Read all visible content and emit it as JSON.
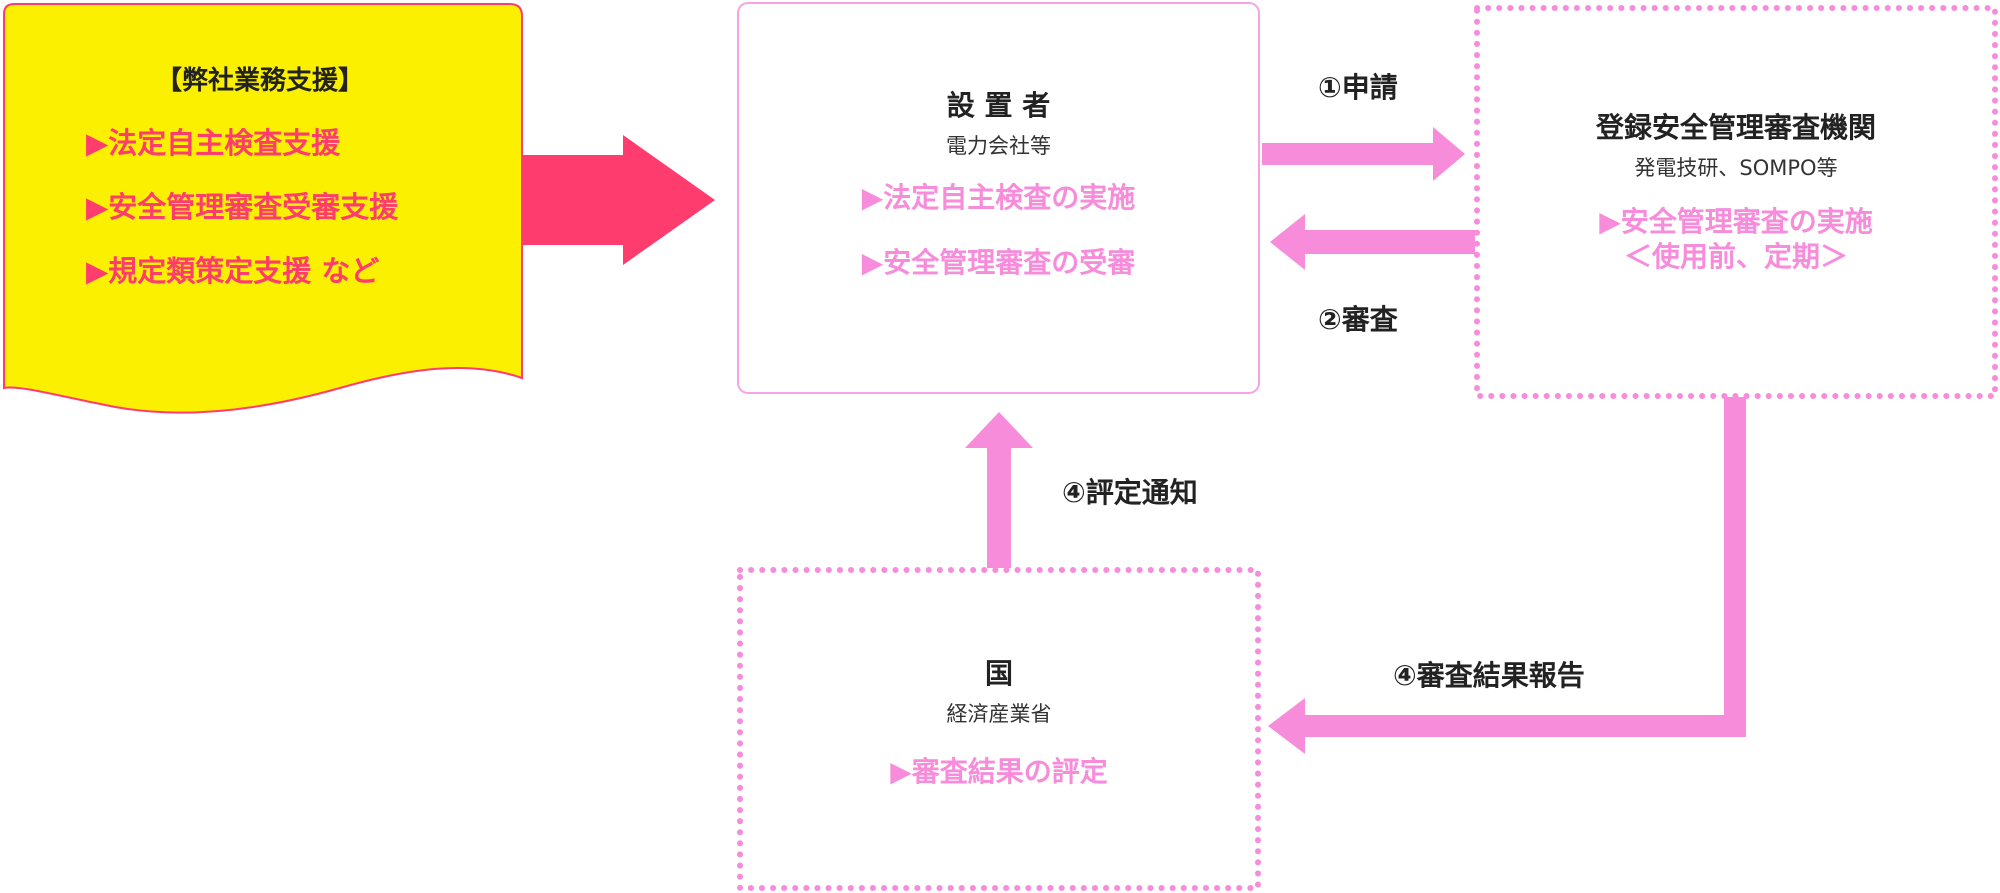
{
  "support_box": {
    "heading": "【弊社業務支援】",
    "items": [
      "▶法定自主検査支援",
      "▶安全管理審査受審支援",
      "▶規定類策定支援 など"
    ]
  },
  "setter": {
    "title": "設 置 者",
    "subtitle": "電力会社等",
    "items": [
      "▶法定自主検査の実施",
      "▶安全管理審査の受審"
    ]
  },
  "registered_body": {
    "title": "登録安全管理審査機関",
    "subtitle": "発電技研、SOMPO等",
    "items": [
      "▶安全管理審査の実施",
      "＜使用前、定期＞"
    ]
  },
  "country": {
    "title": "国",
    "subtitle": "経済産業省",
    "items": [
      "▶審査結果の評定"
    ]
  },
  "edges": {
    "apply": "①申請",
    "review": "②審査",
    "notify": "④評定通知",
    "report": "④審査結果報告"
  },
  "colors": {
    "yellow": "#fbf000",
    "red": "#ff3c6e",
    "pink": "#f78cdb",
    "pink_border": "#f5a3e6"
  }
}
